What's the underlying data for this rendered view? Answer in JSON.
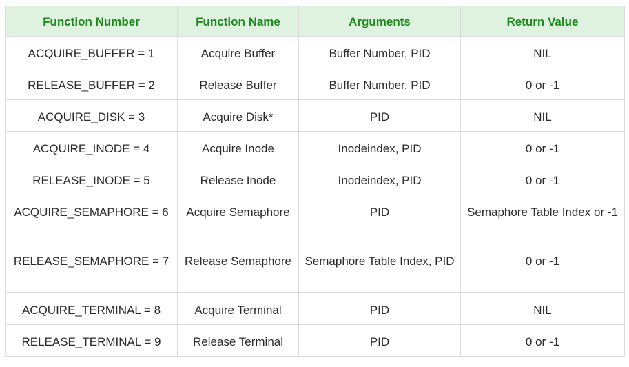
{
  "table": {
    "headers": [
      "Function Number",
      "Function Name",
      "Arguments",
      "Return Value"
    ],
    "rows": [
      [
        "ACQUIRE_BUFFER = 1",
        "Acquire Buffer",
        "Buffer Number, PID",
        "NIL"
      ],
      [
        "RELEASE_BUFFER = 2",
        "Release Buffer",
        "Buffer Number, PID",
        "0 or -1"
      ],
      [
        "ACQUIRE_DISK = 3",
        "Acquire Disk*",
        "PID",
        "NIL"
      ],
      [
        "ACQUIRE_INODE = 4",
        "Acquire Inode",
        "Inodeindex, PID",
        "0 or -1"
      ],
      [
        "RELEASE_INODE = 5",
        "Release Inode",
        "Inodeindex, PID",
        "0 or -1"
      ],
      [
        "ACQUIRE_SEMAPHORE = 6",
        "Acquire Semaphore",
        "PID",
        "Semaphore Table Index or -1"
      ],
      [
        "RELEASE_SEMAPHORE = 7",
        "Release Semaphore",
        "Semaphore Table Index, PID",
        "0 or -1"
      ],
      [
        "ACQUIRE_TERMINAL = 8",
        "Acquire Terminal",
        "PID",
        "NIL"
      ],
      [
        "RELEASE_TERMINAL = 9",
        "Release Terminal",
        "PID",
        "0 or -1"
      ]
    ]
  },
  "colors": {
    "header_background": "#dff1df",
    "header_text": "#1b8a1b",
    "border": "#dcdcdc",
    "body_text": "#2b2b2b"
  }
}
